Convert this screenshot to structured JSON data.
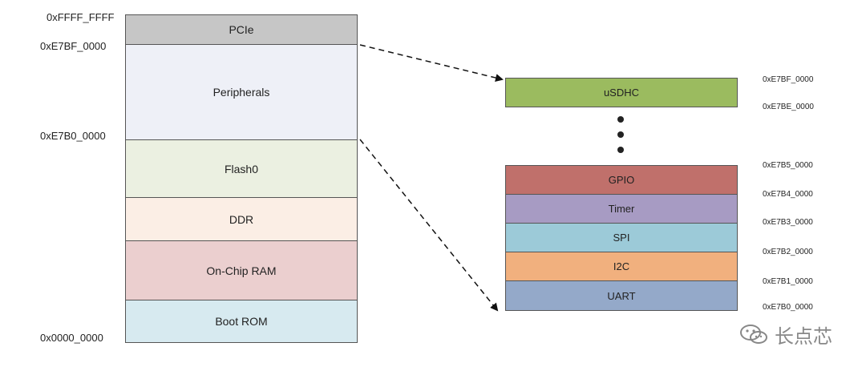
{
  "memory_map": {
    "addresses": {
      "top": "0xFFFF_FFFF",
      "pcie_base": "0xE7BF_0000",
      "peripheral_base": "0xE7B0_0000",
      "bottom": "0x0000_0000"
    },
    "regions": {
      "pcie": "PCIe",
      "peripherals": "Peripherals",
      "flash0": "Flash0",
      "ddr": "DDR",
      "onchip_ram": "On-Chip RAM",
      "boot_rom": "Boot ROM"
    },
    "colors": {
      "pcie": "#c6c6c6",
      "peripherals": "#eef0f7",
      "flash0": "#ebf0e1",
      "ddr": "#fbeee5",
      "onchip_ram": "#ebcfcf",
      "boot_rom": "#d7eaf0"
    }
  },
  "peripheral_map": {
    "blocks": {
      "usdhc": "uSDHC",
      "gpio": "GPIO",
      "timer": "Timer",
      "spi": "SPI",
      "i2c": "I2C",
      "uart": "UART"
    },
    "addresses": {
      "usdhc_top": "0xE7BF_0000",
      "usdhc_bottom": "0xE7BE_0000",
      "gpio_top": "0xE7B5_0000",
      "timer_top": "0xE7B4_0000",
      "spi_top": "0xE7B3_0000",
      "i2c_top": "0xE7B2_0000",
      "uart_top": "0xE7B1_0000",
      "uart_bottom": "0xE7B0_0000"
    },
    "colors": {
      "usdhc": "#9bbb5f",
      "gpio": "#c0706b",
      "timer": "#a79bc3",
      "spi": "#9ccad8",
      "i2c": "#f1b07e",
      "uart": "#94a9c9"
    }
  },
  "watermark": {
    "text": "长点芯",
    "icon": "wechat-icon"
  }
}
